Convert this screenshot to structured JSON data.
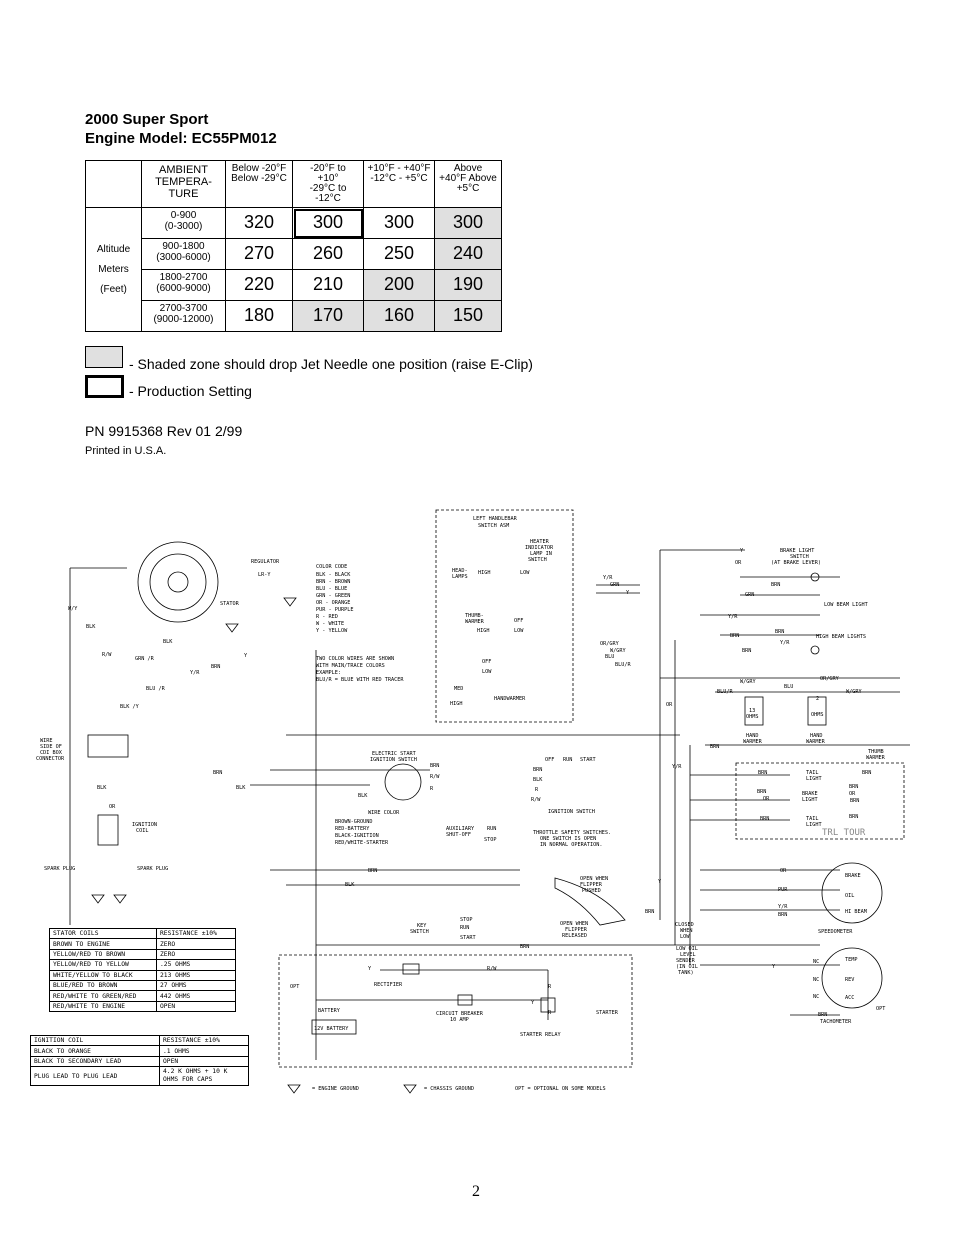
{
  "header": {
    "title_line1": "2000 Super Sport",
    "title_line2": "Engine Model: EC55PM012"
  },
  "jet_table": {
    "columns": [
      "AMBIENT TEMPERA- TURE",
      "Below -20°F Below -29°C",
      "-20°F to +10° -29°C to -12°C",
      "+10°F - +40°F -12°C - +5°C",
      "Above +40°F Above +5°C"
    ],
    "altitude_label": [
      "Altitude",
      "Meters",
      "(Feet)"
    ],
    "rows": [
      {
        "range": [
          "0-900",
          "(0-3000)"
        ],
        "values": [
          "320",
          "300",
          "300",
          "300"
        ]
      },
      {
        "range": [
          "900-1800",
          "(3000-6000)"
        ],
        "values": [
          "270",
          "260",
          "250",
          "240"
        ]
      },
      {
        "range": [
          "1800-2700",
          "(6000-9000)"
        ],
        "values": [
          "220",
          "210",
          "200",
          "190"
        ]
      },
      {
        "range": [
          "2700-3700",
          "(9000-12000)"
        ],
        "values": [
          "180",
          "170",
          "160",
          "150"
        ]
      }
    ]
  },
  "legend": {
    "shaded": "- Shaded zone should drop Jet Needle one position (raise E-Clip)",
    "production": "- Production Setting"
  },
  "footer": {
    "pn": "PN 9915368 Rev 01 2/99",
    "printed": "Printed in U.S.A.",
    "page_number": "2"
  },
  "diagram": {
    "left_handlebar": [
      "LEFT HANDLEBAR",
      "SWITCH ASM"
    ],
    "heater_indicator": [
      "HEATER",
      "INDICATOR",
      "LAMP IN",
      "SWITCH"
    ],
    "headlamps": [
      "HEAD-",
      "LAMPS"
    ],
    "high": "HIGH",
    "low": "LOW",
    "thumb_warmer": [
      "THUMB-",
      "WARMER"
    ],
    "off": "OFF",
    "med": "MED",
    "handwarmer": "HANDWARMER",
    "regulator": "REGULATOR",
    "stator": "STATOR",
    "color_code_title": "COLOR CODE",
    "color_code": [
      "BLK  -  BLACK",
      "BRN  -  BROWN",
      "BLU  -  BLUE",
      "GRN  -  GREEN",
      "OR   -  ORANGE",
      "PUR  -  PURPLE",
      "R    -  RED",
      "W    -  WHITE",
      "Y    -  YELLOW"
    ],
    "two_color": [
      "TWO COLOR WIRES ARE SHOWN",
      "WITH MAIN/TRACE COLORS",
      "EXAMPLE:",
      "BLU/R = BLUE WITH RED TRACER"
    ],
    "brake_light_switch": [
      "BRAKE LIGHT",
      "SWITCH",
      "(AT BRAKE LEVER)"
    ],
    "low_beam": "LOW BEAM LIGHT",
    "high_beam": "HIGH BEAM LIGHTS",
    "wire_side": [
      "WIRE",
      "SIDE OF",
      "CDI BOX",
      "CONNECTOR"
    ],
    "ignition_coil": [
      "IGNITION",
      "COIL"
    ],
    "spark_plug": "SPARK PLUG",
    "electric_start": [
      "ELECTRIC START",
      "IGNITION SWITCH"
    ],
    "wire_color_title": "WIRE COLOR",
    "wire_color": [
      "BROWN-GROUND",
      "RED-BATTERY",
      "BLACK-IGNITION",
      "RED/WHITE-STARTER"
    ],
    "ignition_switch_states": [
      "OFF",
      "RUN",
      "START"
    ],
    "ignition_switch": "IGNITION SWITCH",
    "aux_shutoff": [
      "AUXILIARY",
      "SHUT-OFF"
    ],
    "run": "RUN",
    "stop": "STOP",
    "throttle_safety": [
      "THROTTLE SAFETY SWITCHES.",
      "ONE SWITCH IS OPEN",
      "IN NORMAL OPERATION."
    ],
    "open_pushed": [
      "OPEN WHEN",
      "FLIPPER",
      "PUSHED"
    ],
    "open_released": [
      "OPEN WHEN",
      "FLIPPER",
      "RELEASED"
    ],
    "key_switch": [
      "KEY",
      "SWITCH"
    ],
    "start": "START",
    "hand_warmer": [
      "HAND",
      "WARMER"
    ],
    "thumb_warmer2": [
      "THUMB",
      "WARMER"
    ],
    "ohms13": [
      "13",
      "OHMS"
    ],
    "ohms2": [
      "2",
      "OHMS"
    ],
    "tail_light": [
      "TAIL",
      "LIGHT"
    ],
    "brake_light": [
      "BRAKE",
      "LIGHT"
    ],
    "trl_tour": "TRL  TOUR",
    "closed_low": [
      "CLOSED",
      "WHEN",
      "LOW"
    ],
    "oil_sensor": [
      "LOW OIL",
      "LEVEL",
      "SENDER",
      "(IN OIL",
      "TANK)"
    ],
    "speedometer": "SPEEDOMETER",
    "tachometer": "TACHOMETER",
    "gauge_labels": [
      "BRAKE",
      "OIL",
      "HI BEAM",
      "TEMP",
      "REV",
      "ACC"
    ],
    "nc": "NC",
    "opt": "OPT",
    "rectifier": "RECTIFIER",
    "battery": "BATTERY",
    "battery_12v": "12V BATTERY",
    "circuit_breaker": [
      "CIRCUIT BREAKER",
      "10 AMP"
    ],
    "starter": "STARTER",
    "starter_relay": "STARTER RELAY",
    "ground_legend": [
      "=  ENGINE GROUND",
      "=  CHASSIS GROUND",
      "OPT =  OPTIONAL ON SOME MODELS"
    ],
    "wire_labels": {
      "wy": "W/Y",
      "blk": "BLK",
      "rw": "R/W",
      "grn_r": "GRN /R",
      "blu_r": "BLU /R",
      "blk_y": "BLK /Y",
      "yr": "Y/R",
      "brn": "BRN",
      "y": "Y",
      "or": "OR",
      "grn": "GRN",
      "w_gry": "W/GRY",
      "or_gry": "OR/GRY",
      "blu": "BLU",
      "blu_r2": "BLU/R",
      "r": "R",
      "pur": "PUR",
      "r_w": "R/W",
      "lr": "LR-Y"
    }
  },
  "stator_table": {
    "rows": [
      [
        "STATOR COILS",
        "RESISTANCE ±10%"
      ],
      [
        "BROWN TO ENGINE",
        "ZERO"
      ],
      [
        "YELLOW/RED TO BROWN",
        "ZERO"
      ],
      [
        "YELLOW/RED TO YELLOW",
        ".25 OHMS"
      ],
      [
        "WHITE/YELLOW TO BLACK",
        "213 OHMS"
      ],
      [
        "BLUE/RED TO BROWN",
        "27 OHMS"
      ],
      [
        "RED/WHITE TO GREEN/RED",
        "442 OHMS"
      ],
      [
        "RED/WHITE TO ENGINE",
        "OPEN"
      ]
    ]
  },
  "ignition_table": {
    "rows": [
      [
        "IGNITION COIL",
        "RESISTANCE ±10%"
      ],
      [
        "BLACK TO ORANGE",
        ".1 OHMS"
      ],
      [
        "BLACK TO SECONDARY LEAD",
        "OPEN"
      ],
      [
        "PLUG LEAD TO PLUG LEAD",
        "4.2 K OHMS + 10 K OHMS FOR CAPS"
      ]
    ]
  }
}
